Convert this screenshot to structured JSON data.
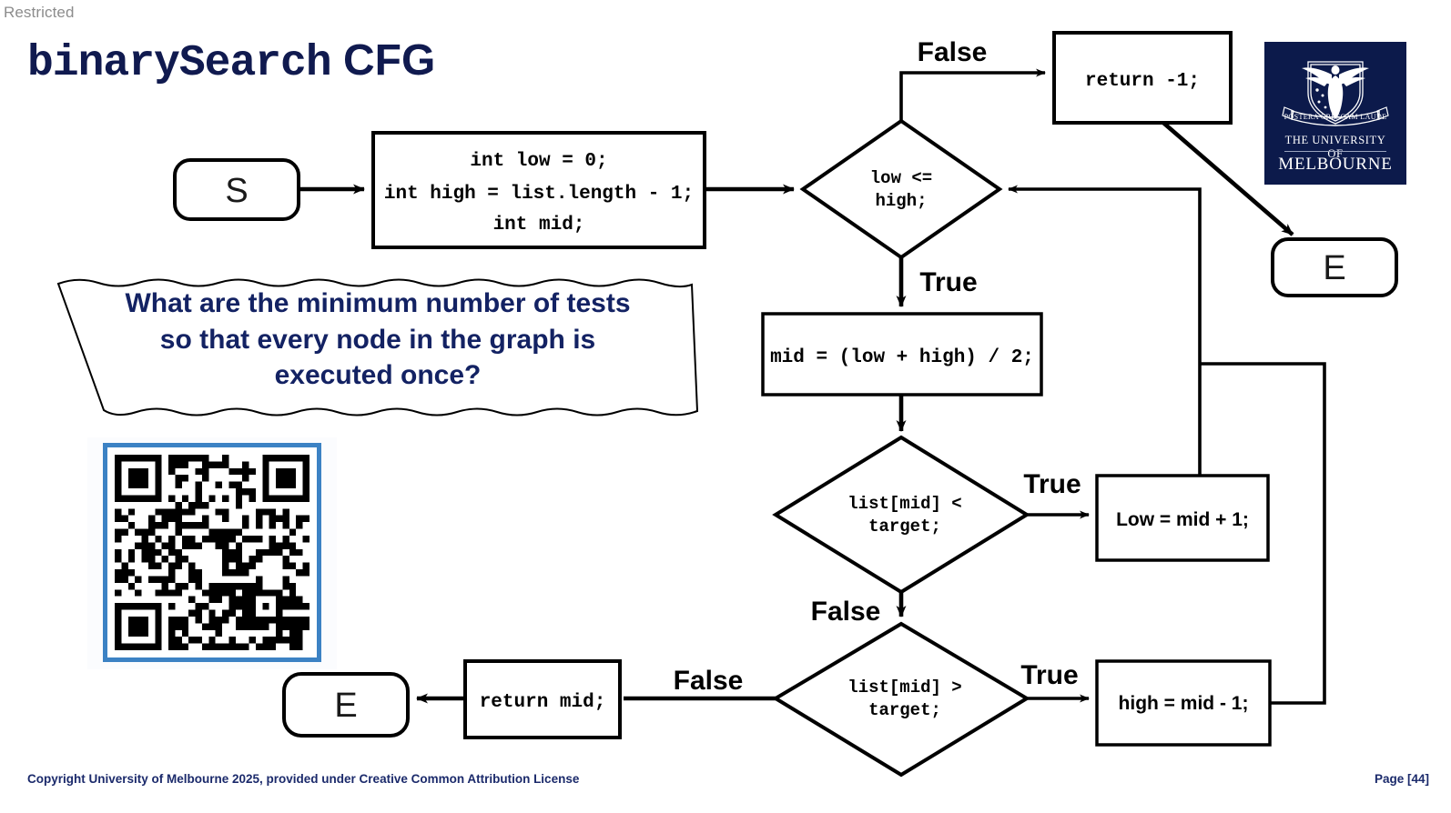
{
  "slide": {
    "classification": "Restricted",
    "title_mono": "binarySearch",
    "title_sans": "CFG",
    "accent_navy": "#101a4f",
    "qr_border_color": "#3c82c4",
    "logo_bg": "#0c1a4b"
  },
  "logo": {
    "line1": "THE UNIVERSITY OF",
    "line2": "MELBOURNE",
    "motto": "POSTERA CRESCAM LAUDE"
  },
  "callout": {
    "line1": "What are the minimum number of tests",
    "line2": "so that every node in the graph is",
    "line3": "executed once?"
  },
  "flowchart": {
    "start_node": "S",
    "end_node_top": "E",
    "end_node_bottom": "E",
    "init_block_line1": "int low = 0;",
    "init_block_line2": "int high = list.length - 1;",
    "init_block_line3": "int mid;",
    "cond_loop_line1": "low <=",
    "cond_loop_line2": "high;",
    "return_minus_one": "return -1;",
    "mid_assign": "mid = (low + high) / 2;",
    "cond_less_line1": "list[mid] <",
    "cond_less_line2": "target;",
    "low_update": "Low = mid +  1;",
    "cond_greater_line1": "list[mid] >",
    "cond_greater_line2": "target;",
    "high_update": "high = mid -  1;",
    "return_mid": "return mid;",
    "label_false_top": "False",
    "label_true_loop": "True",
    "label_true_less": "True",
    "label_false_less": "False",
    "label_true_greater": "True",
    "label_false_greater": "False"
  },
  "footer": {
    "copyright": "Copyright University of Melbourne 2025, provided under Creative Common Attribution License",
    "page": "Page [44]"
  }
}
